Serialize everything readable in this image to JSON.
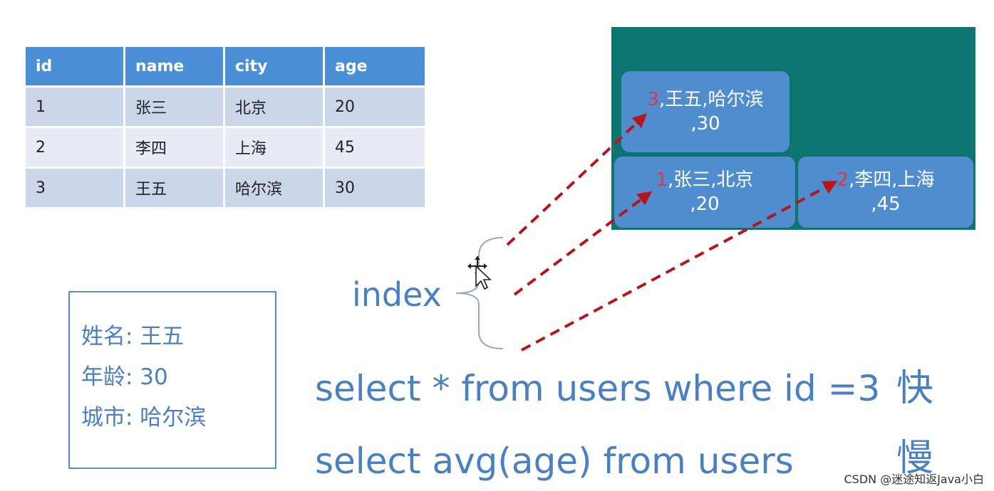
{
  "table": {
    "headers": [
      "id",
      "name",
      "city",
      "age"
    ],
    "rows": [
      [
        "1",
        "张三",
        "北京",
        "20"
      ],
      [
        "2",
        "李四",
        "上海",
        "45"
      ],
      [
        "3",
        "王五",
        "哈尔滨",
        "30"
      ]
    ]
  },
  "storage": {
    "records": [
      {
        "id": "3",
        "rest": ",王五,哈尔滨",
        "line2": ",30"
      },
      {
        "id": "1",
        "rest": ",张三,北京",
        "line2": ",20"
      },
      {
        "id": "2",
        "rest": ",李四,上海",
        "line2": ",45"
      }
    ]
  },
  "card": {
    "lines": [
      "姓名: 王五",
      "年龄: 30",
      "城市: 哈尔滨"
    ]
  },
  "index_label": "index",
  "queries": [
    {
      "sql": "select * from users where id =3",
      "speed": "快"
    },
    {
      "sql": "select avg(age) from users",
      "speed": "慢"
    }
  ],
  "watermark": "CSDN @迷途知返Java小白",
  "colors": {
    "header_blue": "#4b8fd6",
    "panel_teal": "#0e7470",
    "block_blue": "#4f8dcf",
    "arrow_red": "#b5161b",
    "text_blue": "#4a7fc0"
  }
}
